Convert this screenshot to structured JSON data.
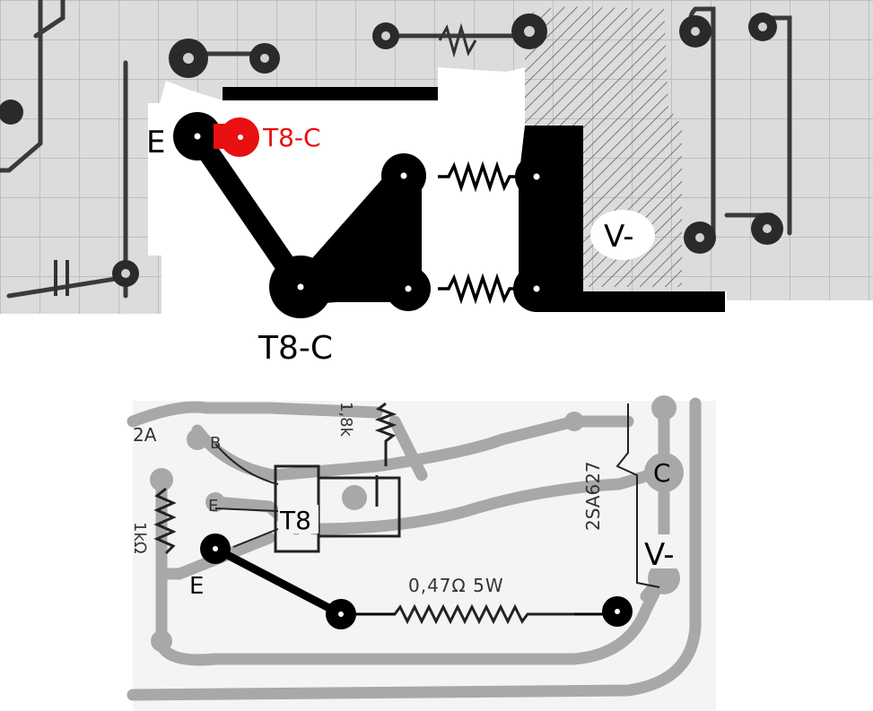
{
  "colors": {
    "paper": "#dcdcdc",
    "grid": "#b4b4b4",
    "pencil": "#3a3a3a",
    "ink": "#000000",
    "highlight": "#e81010",
    "pcb_bg": "#f4f4f4",
    "pcb_trace": "#a8a8a8",
    "pcb_ink": "#222222"
  },
  "top_diagram": {
    "label_e": "E",
    "label_t8c_red": "T8-C",
    "label_t8c_bottom": "T8-C",
    "label_vminus": "V-"
  },
  "bottom_diagram": {
    "label_e": "E",
    "label_t8": "T8",
    "label_c": "C",
    "label_vminus": "V-",
    "pcb_resistor_text": "0,47Ω 5W",
    "pcb_transistor_text": "2SA627",
    "pcb_small_resistor": "1,8k",
    "pcb_left_resistor": "1kΩ",
    "pcb_pad_b": "B",
    "pcb_pad_e": "E",
    "pcb_corner": "2A"
  }
}
